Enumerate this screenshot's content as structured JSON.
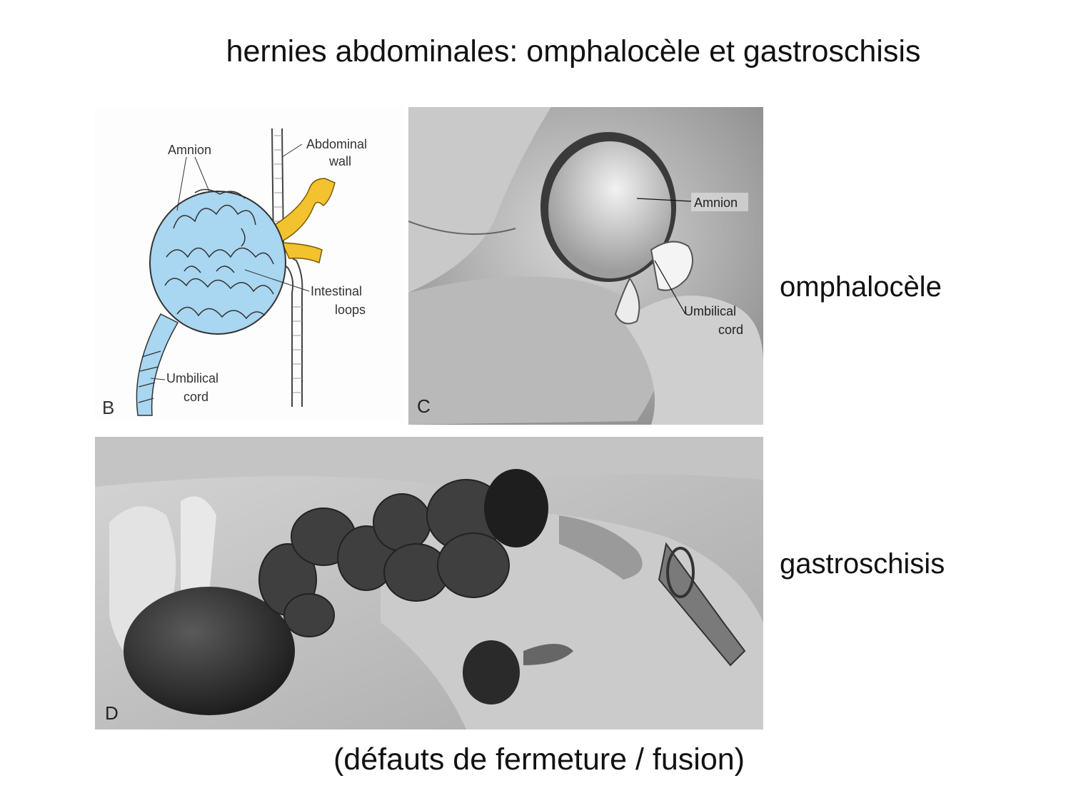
{
  "slide": {
    "title": "hernies abdominales: omphalocèle et gastroschisis",
    "caption": "(défauts de fermeture / fusion)"
  },
  "side_labels": {
    "omphalocele": "omphalocèle",
    "gastroschisis": "gastroschisis"
  },
  "panel_b": {
    "letter": "B",
    "labels": {
      "amnion": "Amnion",
      "abdominal_wall_1": "Abdominal",
      "abdominal_wall_2": "wall",
      "intestinal_loops_1": "Intestinal",
      "intestinal_loops_2": "loops",
      "umbilical_cord_1": "Umbilical",
      "umbilical_cord_2": "cord"
    },
    "colors": {
      "amnion_fill": "#a9d6f0",
      "wall_fill": "#f3c22f"
    }
  },
  "panel_c": {
    "letter": "C",
    "labels": {
      "amnion": "Amnion",
      "umbilical_cord_1": "Umbilical",
      "umbilical_cord_2": "cord"
    }
  },
  "panel_d": {
    "letter": "D"
  }
}
